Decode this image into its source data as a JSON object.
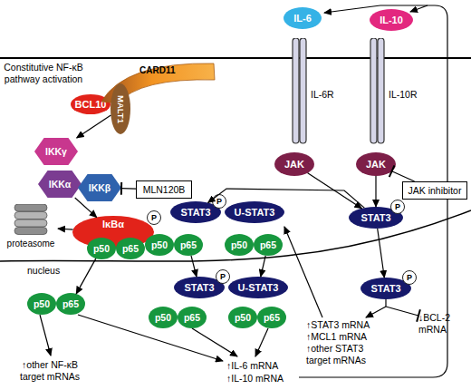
{
  "diagram": {
    "nodes": [
      {
        "text": [
          "IL-6"
        ]
      },
      {
        "text": [
          "IL-10"
        ]
      },
      {
        "text": [
          "IL-6R"
        ]
      },
      {
        "text": [
          "IL-10R"
        ]
      },
      {
        "text": [
          "JAK"
        ]
      },
      {
        "text": [
          "JAK"
        ]
      },
      {
        "text": [
          "JAK inhibitor"
        ]
      },
      {
        "text": [
          "STAT3"
        ]
      },
      {
        "text": [
          "P"
        ],
        "in": 7
      },
      {
        "text": [
          "BCL10"
        ]
      },
      {
        "text": [
          "CARD11"
        ]
      },
      {
        "text": [
          "MALT1"
        ]
      },
      {
        "text": [
          "IKKγ"
        ]
      },
      {
        "text": [
          "IKKα"
        ]
      },
      {
        "text": [
          "IKKβ"
        ]
      },
      {
        "text": [
          "MLN120B"
        ]
      },
      {
        "text": [
          "proteasome"
        ]
      },
      {
        "text": [
          "IκBα"
        ]
      },
      {
        "text": [
          "P"
        ],
        "in": 17
      },
      {
        "text": [
          "p50"
        ],
        "in": 17
      },
      {
        "text": [
          "p65"
        ],
        "in": 17
      },
      {
        "text": [
          "STAT3"
        ]
      },
      {
        "text": [
          "P"
        ],
        "in": 21
      },
      {
        "text": [
          "p50"
        ]
      },
      {
        "text": [
          "p65"
        ]
      },
      {
        "text": [
          "U-STAT3"
        ]
      },
      {
        "text": [
          "p50"
        ]
      },
      {
        "text": [
          "p65"
        ]
      },
      {
        "text": [
          "p50"
        ]
      },
      {
        "text": [
          "p65"
        ]
      },
      {
        "text": [
          "STAT3"
        ]
      },
      {
        "text": [
          "P"
        ],
        "in": 30
      },
      {
        "text": [
          "p50"
        ]
      },
      {
        "text": [
          "p65"
        ]
      },
      {
        "text": [
          "U-STAT3"
        ]
      },
      {
        "text": [
          "p50"
        ]
      },
      {
        "text": [
          "p65"
        ]
      },
      {
        "text": [
          "STAT3"
        ]
      },
      {
        "text": [
          "P"
        ],
        "in": 37
      }
    ],
    "edges": [
      {
        "from": 11,
        "to": 12,
        "arrow": "to"
      },
      {
        "from": 15,
        "to": 14,
        "arrow": "to"
      },
      {
        "from": 13,
        "to": 17,
        "arrow": "to"
      },
      {
        "from": 17,
        "to": 16,
        "arrow": "to"
      },
      {
        "from": 19,
        "to": 29,
        "arrow": "to"
      },
      {
        "from": 4,
        "to": 7,
        "arrow": "to"
      },
      {
        "from": 5,
        "to": 7,
        "arrow": "to"
      },
      {
        "from": 6,
        "to": 5,
        "arrow": "to"
      },
      {
        "from": 7,
        "to": 21,
        "arrow": "to"
      },
      {
        "from": 7,
        "to": 37,
        "arrow": "to"
      },
      {
        "from": 24,
        "to": 30,
        "arrow": "to"
      },
      {
        "from": 27,
        "to": 34,
        "arrow": "to"
      }
    ],
    "labels": [
      "Constitutive NF-κB pathway activation",
      "nucleus",
      "↑other NF-κB target mRNAs",
      "↑IL-6 mRNA",
      "↑IL-10 mRNA",
      "↑STAT3 mRNA",
      "↑MCL1 mRNA",
      "↑other STAT3 target mRNAs",
      "↓BCL-2 mRNA"
    ]
  }
}
